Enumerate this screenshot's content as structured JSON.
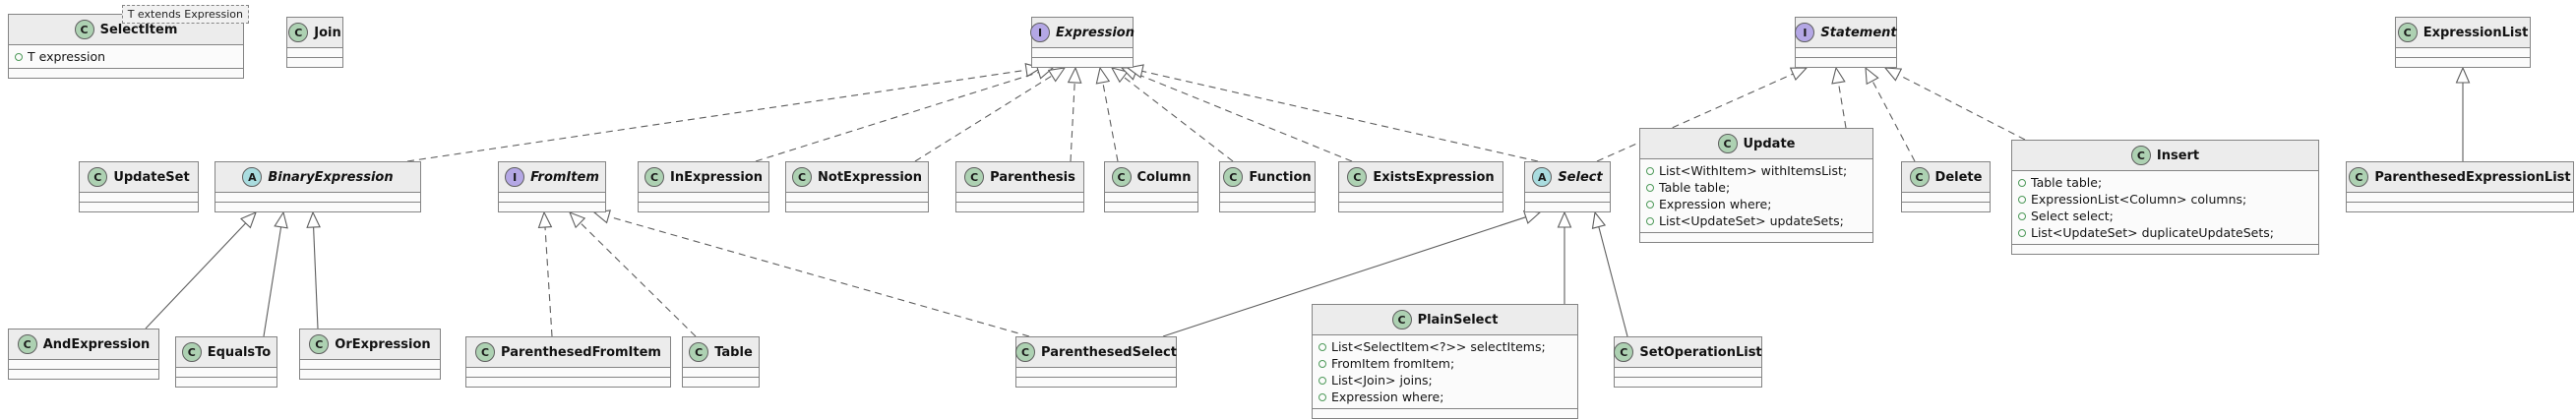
{
  "classes": {
    "selectItem": {
      "icon": "C",
      "name": "SelectItem",
      "generic": "T extends Expression",
      "fields": [
        "T expression"
      ]
    },
    "join": {
      "icon": "C",
      "name": "Join"
    },
    "expression": {
      "icon": "I",
      "name": "Expression"
    },
    "statement": {
      "icon": "I",
      "name": "Statement"
    },
    "expressionList": {
      "icon": "C",
      "name": "ExpressionList"
    },
    "updateSet": {
      "icon": "C",
      "name": "UpdateSet"
    },
    "binaryExpression": {
      "icon": "A",
      "name": "BinaryExpression"
    },
    "fromItem": {
      "icon": "I",
      "name": "FromItem"
    },
    "inExpression": {
      "icon": "C",
      "name": "InExpression"
    },
    "notExpression": {
      "icon": "C",
      "name": "NotExpression"
    },
    "parenthesis": {
      "icon": "C",
      "name": "Parenthesis"
    },
    "column": {
      "icon": "C",
      "name": "Column"
    },
    "function": {
      "icon": "C",
      "name": "Function"
    },
    "existsExpression": {
      "icon": "C",
      "name": "ExistsExpression"
    },
    "select": {
      "icon": "A",
      "name": "Select"
    },
    "update": {
      "icon": "C",
      "name": "Update",
      "fields": [
        "List<WithItem> withItemsList;",
        "Table table;",
        "Expression where;",
        "List<UpdateSet> updateSets;"
      ]
    },
    "delete": {
      "icon": "C",
      "name": "Delete"
    },
    "insert": {
      "icon": "C",
      "name": "Insert",
      "fields": [
        "Table table;",
        "ExpressionList<Column> columns;",
        "Select select;",
        "List<UpdateSet> duplicateUpdateSets;"
      ]
    },
    "parenthesedExpressionList": {
      "icon": "C",
      "name": "ParenthesedExpressionList"
    },
    "andExpression": {
      "icon": "C",
      "name": "AndExpression"
    },
    "equalsTo": {
      "icon": "C",
      "name": "EqualsTo"
    },
    "orExpression": {
      "icon": "C",
      "name": "OrExpression"
    },
    "parenthesedFromItem": {
      "icon": "C",
      "name": "ParenthesedFromItem"
    },
    "table": {
      "icon": "C",
      "name": "Table"
    },
    "parenthesedSelect": {
      "icon": "C",
      "name": "ParenthesedSelect"
    },
    "plainSelect": {
      "icon": "C",
      "name": "PlainSelect",
      "fields": [
        "List<SelectItem<?>> selectItems;",
        "FromItem fromItem;",
        "List<Join> joins;",
        "Expression where;"
      ]
    },
    "setOperationList": {
      "icon": "C",
      "name": "SetOperationList"
    }
  },
  "edges": [
    {
      "from": "binaryExpression",
      "to": "expression",
      "kind": "implements",
      "tdx": -2
    },
    {
      "from": "inExpression",
      "to": "expression",
      "kind": "implements",
      "tdx": 10
    },
    {
      "from": "notExpression",
      "to": "expression",
      "kind": "implements",
      "tdx": 22
    },
    {
      "from": "parenthesis",
      "to": "expression",
      "kind": "implements",
      "tdx": 5
    },
    {
      "from": "column",
      "to": "expression",
      "kind": "implements",
      "tdx": -18
    },
    {
      "from": "function",
      "to": "expression",
      "kind": "implements",
      "tdx": -10
    },
    {
      "from": "existsExpression",
      "to": "expression",
      "kind": "implements",
      "tdx": 0
    },
    {
      "from": "select",
      "to": "expression",
      "kind": "implements",
      "tdx": 6
    },
    {
      "from": "select",
      "to": "statement",
      "kind": "implements",
      "tdx": 0
    },
    {
      "from": "update",
      "to": "statement",
      "kind": "implements",
      "tdx": -10
    },
    {
      "from": "delete",
      "to": "statement",
      "kind": "implements",
      "tdx": -20
    },
    {
      "from": "insert",
      "to": "statement",
      "kind": "implements",
      "tdx": 0
    },
    {
      "from": "parenthesedFromItem",
      "to": "fromItem",
      "kind": "implements",
      "tdx": -8
    },
    {
      "from": "table",
      "to": "fromItem",
      "kind": "implements",
      "tdx": -25
    },
    {
      "from": "parenthesedSelect",
      "to": "fromItem",
      "kind": "implements",
      "tdx": 0
    },
    {
      "from": "andExpression",
      "to": "binaryExpression",
      "kind": "extends",
      "tdx": 30
    },
    {
      "from": "equalsTo",
      "to": "binaryExpression",
      "kind": "extends",
      "tdx": 20
    },
    {
      "from": "orExpression",
      "to": "binaryExpression",
      "kind": "extends",
      "tdx": -5
    },
    {
      "from": "parenthesedSelect",
      "to": "select",
      "kind": "extends",
      "tdx": 4
    },
    {
      "from": "plainSelect",
      "to": "select",
      "kind": "extends",
      "tdx": 0
    },
    {
      "from": "setOperationList",
      "to": "select",
      "kind": "extends",
      "tdx": -4
    },
    {
      "from": "parenthesedExpressionList",
      "to": "expressionList",
      "kind": "extends",
      "tdx": 0
    }
  ],
  "colors": {
    "class_icon": "#ADD1B2",
    "interface_icon": "#B4A7E5",
    "abstract_icon": "#A9DCDF",
    "edge": "#5e5e5e",
    "box_border": "#848484",
    "box_header": "#ececec",
    "field_bullet": "#4e9a5a"
  }
}
